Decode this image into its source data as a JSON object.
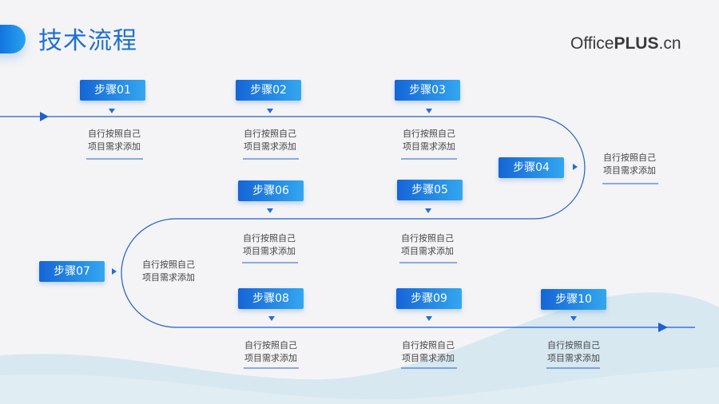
{
  "header": {
    "title": "技术流程",
    "brand_regular": "Office",
    "brand_bold": "PLUS",
    "brand_suffix": ".cn"
  },
  "colors": {
    "accent": "#1e6fd0",
    "path_line": "#1f5fd0",
    "step_gradient_start": "#1565d6",
    "step_gradient_end": "#33a7ef",
    "wave": "#d7e8f1"
  },
  "steps": [
    {
      "label": "步骤01",
      "description": "自行按照自己项目需求添加"
    },
    {
      "label": "步骤02",
      "description": "自行按照自己项目需求添加"
    },
    {
      "label": "步骤03",
      "description": "自行按照自己项目需求添加"
    },
    {
      "label": "步骤04",
      "description": "自行按照自己项目需求添加"
    },
    {
      "label": "步骤05",
      "description": "自行按照自己项目需求添加"
    },
    {
      "label": "步骤06",
      "description": "自行按照自己项目需求添加"
    },
    {
      "label": "步骤07",
      "description": "自行按照自己项目需求添加"
    },
    {
      "label": "步骤08",
      "description": "自行按照自己项目需求添加"
    },
    {
      "label": "步骤09",
      "description": "自行按照自己项目需求添加"
    },
    {
      "label": "步骤10",
      "description": "自行按照自己项目需求添加"
    }
  ]
}
